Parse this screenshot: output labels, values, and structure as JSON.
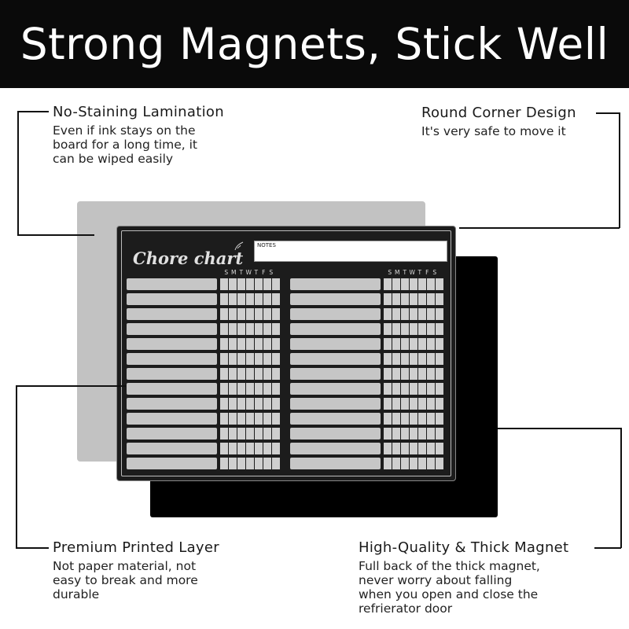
{
  "header": {
    "title": "Strong Magnets, Stick Well"
  },
  "callouts": {
    "top_left": {
      "title": "No-Staining Lamination",
      "lines": [
        "Even if ink stays on the",
        "board for a long time, it",
        "can be wiped easily"
      ]
    },
    "top_right": {
      "title": "Round Corner Design",
      "lines": [
        "It's very safe to move it"
      ]
    },
    "bottom_left": {
      "title": "Premium Printed Layer",
      "lines": [
        "Not paper material, not",
        "easy to break and more",
        "durable"
      ]
    },
    "bottom_right": {
      "title": "High-Quality & Thick Magnet",
      "lines": [
        "Full back of the thick magnet,",
        "never worry about falling",
        "when you open and close the",
        "refrierator door"
      ]
    }
  },
  "board": {
    "title": "Chore chart",
    "notes_label": "NOTES",
    "days": [
      "S",
      "M",
      "T",
      "W",
      "T",
      "F",
      "S"
    ],
    "rows_per_column": 13,
    "columns": 2
  },
  "colors": {
    "header_bg": "#0a0a0a",
    "board_bg": "#1c1c1c",
    "lamination_layer": "#c2c2c2",
    "magnet_layer": "#000000",
    "row_fill": "#c6c6c6"
  }
}
